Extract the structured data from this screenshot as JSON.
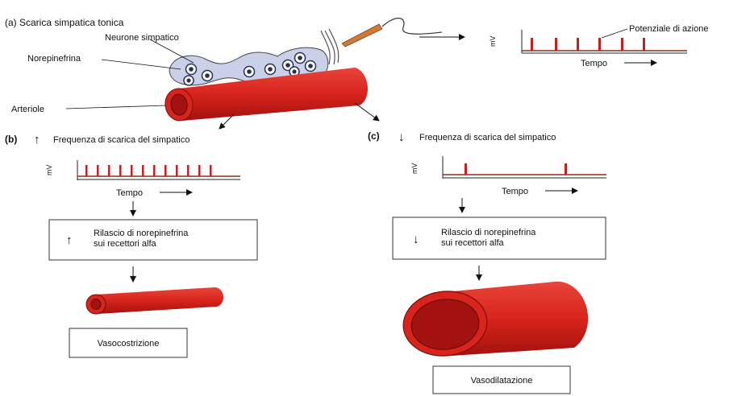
{
  "panel_a": {
    "title": "(a) Scarica simpatica tonica",
    "neuron_label": "Neurone simpatico",
    "norepinephrine_label": "Norepinefrina",
    "arteriole_label": "Arteriole",
    "action_potential_label": "Potenziale di azione",
    "mv_label": "mV",
    "time_label": "Tempo"
  },
  "panel_b": {
    "letter": "(b)",
    "direction_glyph": "↑",
    "heading": "Frequenza di scarica del simpatico",
    "mv_label": "mV",
    "time_label": "Tempo",
    "box_glyph": "↑",
    "box_line1": "Rilascio di norepinefrina",
    "box_line2": "sui recettori alfa",
    "result": "Vasocostrizione"
  },
  "panel_c": {
    "letter": "(c)",
    "direction_glyph": "↓",
    "heading": "Frequenza di scarica del simpatico",
    "mv_label": "mV",
    "time_label": "Tempo",
    "box_glyph": "↓",
    "box_line1": "Rilascio di norepinefrina",
    "box_line2": "sui recettori alfa",
    "result": "Vasodilatazione"
  },
  "colors": {
    "vessel": "#d8241c",
    "vessel_dark": "#a3120e",
    "vessel_inner": "#e8554a",
    "spike": "#c81e1e",
    "neuron_fill": "#c9d0e8",
    "vesicle": "#2a2f5a",
    "electrode": "#d07a3a"
  }
}
